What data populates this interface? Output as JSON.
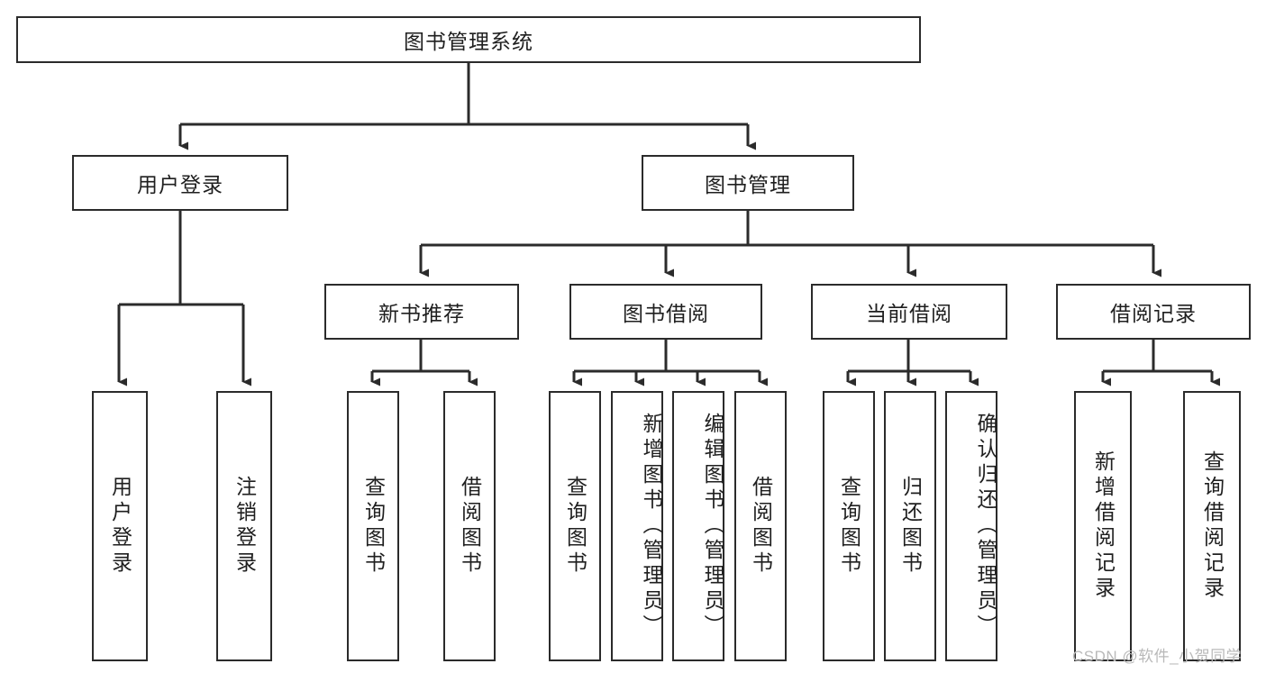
{
  "diagram": {
    "type": "tree-hierarchy",
    "title": "图书管理系统",
    "root": {
      "label": "图书管理系统"
    },
    "level2": [
      {
        "label": "用户登录"
      },
      {
        "label": "图书管理"
      }
    ],
    "level3": [
      {
        "label": "新书推荐"
      },
      {
        "label": "图书借阅"
      },
      {
        "label": "当前借阅"
      },
      {
        "label": "借阅记录"
      }
    ],
    "leaves": {
      "user_login": [
        {
          "label": "用户登录"
        },
        {
          "label": "注销登录"
        }
      ],
      "new_book_recommend": [
        {
          "label": "查询图书"
        },
        {
          "label": "借阅图书"
        }
      ],
      "book_borrow": [
        {
          "label": "查询图书"
        },
        {
          "label": "新增图书（管理员）"
        },
        {
          "label": "编辑图书（管理员）"
        },
        {
          "label": "借阅图书"
        }
      ],
      "current_borrow": [
        {
          "label": "查询图书"
        },
        {
          "label": "归还图书"
        },
        {
          "label": "确认归还（管理员）"
        }
      ],
      "borrow_record": [
        {
          "label": "新增借阅记录"
        },
        {
          "label": "查询借阅记录"
        }
      ]
    }
  },
  "watermark": {
    "text": "CSDN @软件_小贺同学"
  },
  "colors": {
    "stroke": "#2b2b2b",
    "fill": "#ffffff",
    "text": "#1f1f1f",
    "watermark": "#b9b9b9"
  }
}
